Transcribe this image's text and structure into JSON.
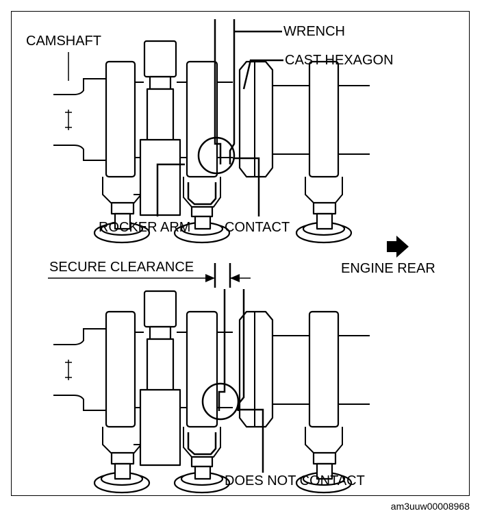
{
  "labels": {
    "camshaft": "CAMSHAFT",
    "wrench": "WRENCH",
    "cast_hexagon": "CAST HEXAGON",
    "rocker_arm": "ROCKER ARM",
    "contact": "CONTACT",
    "engine_rear": "ENGINE REAR",
    "secure_clearance": "SECURE CLEARANCE",
    "does_not_contact": "DOES NOT CONTACT"
  },
  "figure_code": "am3uuw00008968",
  "colors": {
    "line": "#000000",
    "background": "#ffffff"
  },
  "icons": {
    "direction": "arrow-right-icon"
  }
}
